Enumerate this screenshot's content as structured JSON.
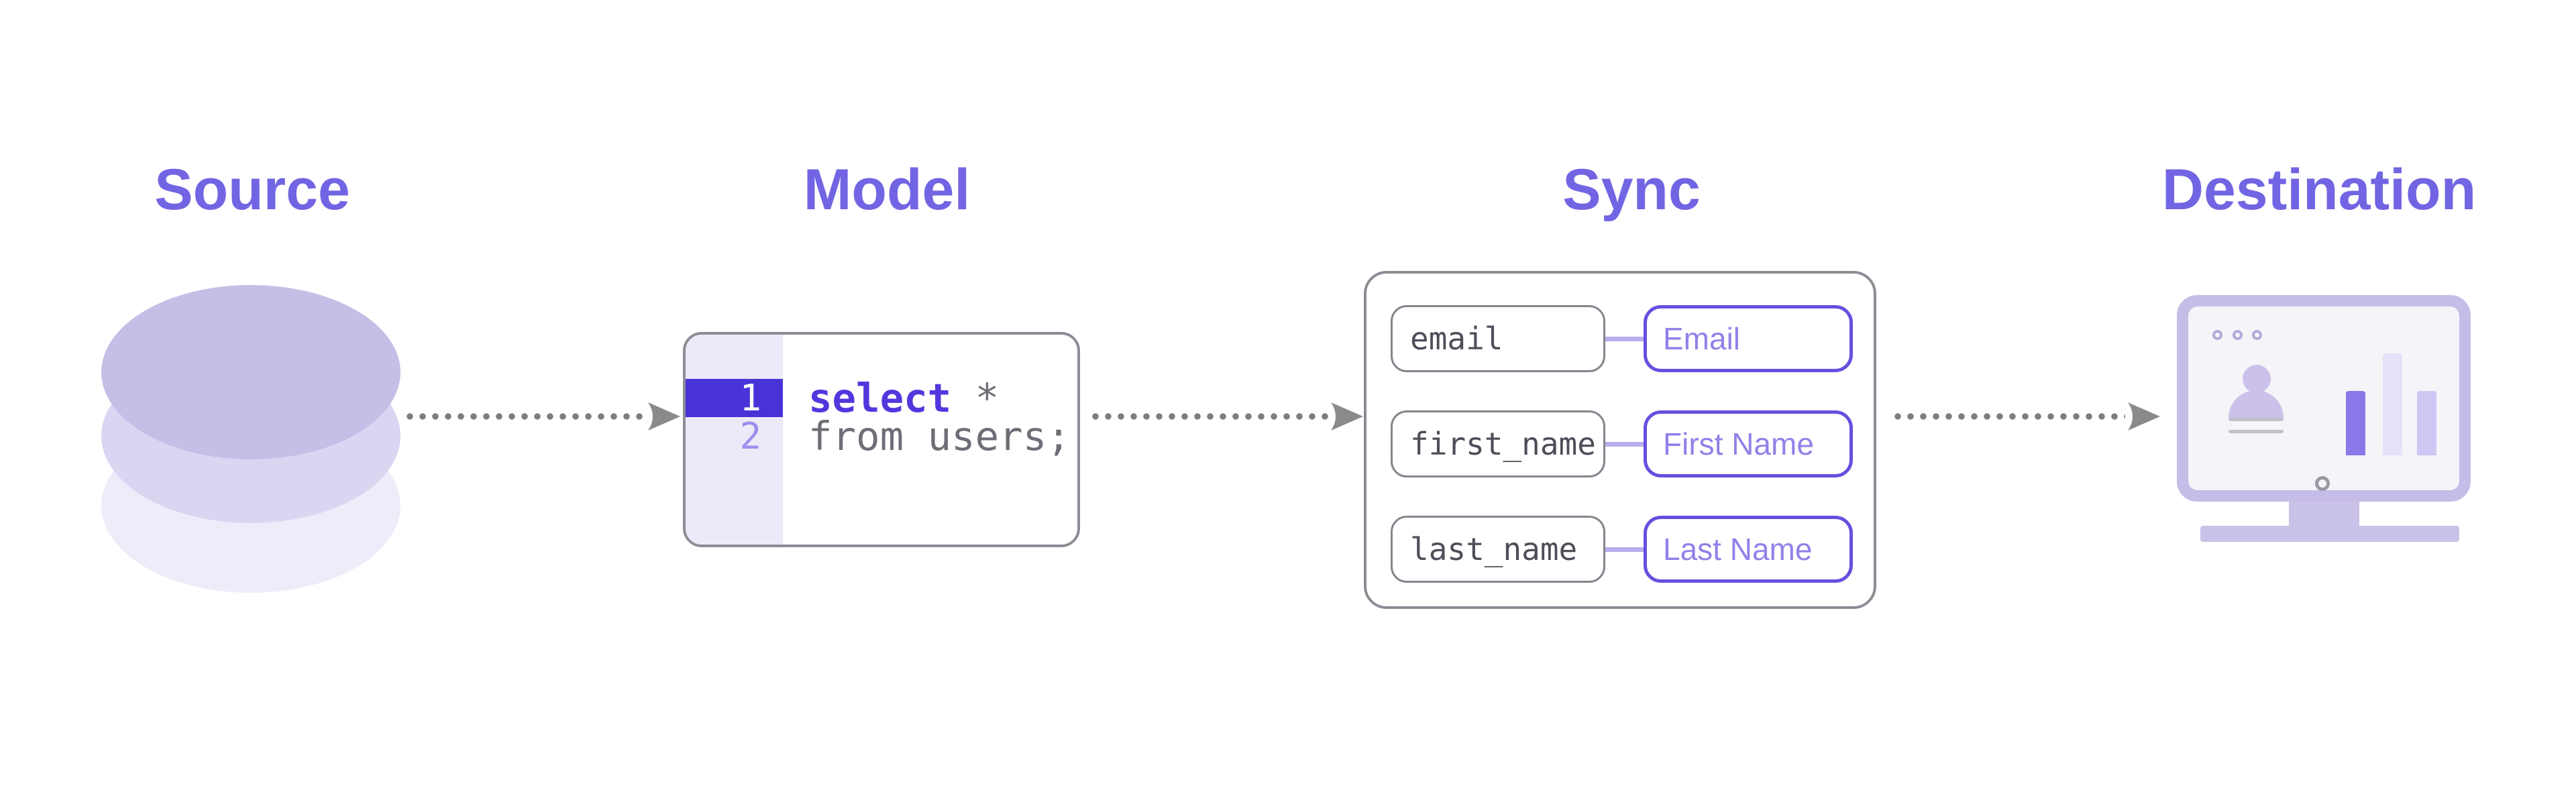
{
  "stages": {
    "source": {
      "label": "Source"
    },
    "model": {
      "label": "Model"
    },
    "sync": {
      "label": "Sync"
    },
    "destination": {
      "label": "Destination"
    }
  },
  "model_editor": {
    "line1_number": "1",
    "line2_number": "2",
    "line1_keyword": "select",
    "line1_rest": " *",
    "line2_code": "from users;"
  },
  "sync_mappings": [
    {
      "source_field": "email",
      "destination_field": "Email"
    },
    {
      "source_field": "first_name",
      "destination_field": "First Name"
    },
    {
      "source_field": "last_name",
      "destination_field": "Last Name"
    }
  ],
  "icons": {
    "source": "database-cylinder-icon",
    "flow": "dotted-arrow-right-icon",
    "destination": "analytics-monitor-icon"
  },
  "colors": {
    "label_purple": "#7265E3",
    "line_highlight_indigo": "#4733D8",
    "keyword_purple": "#5038DD",
    "code_gray": "#6F6E76",
    "box_border_gray": "#8C8C95",
    "dest_pill_border_purple": "#6450DE",
    "dest_pill_text_purple": "#8F82E8",
    "connector_lavender": "#B7ADEE",
    "arrow_gray": "#8A8A8A",
    "monitor_lavender": "#C6BCE8"
  }
}
